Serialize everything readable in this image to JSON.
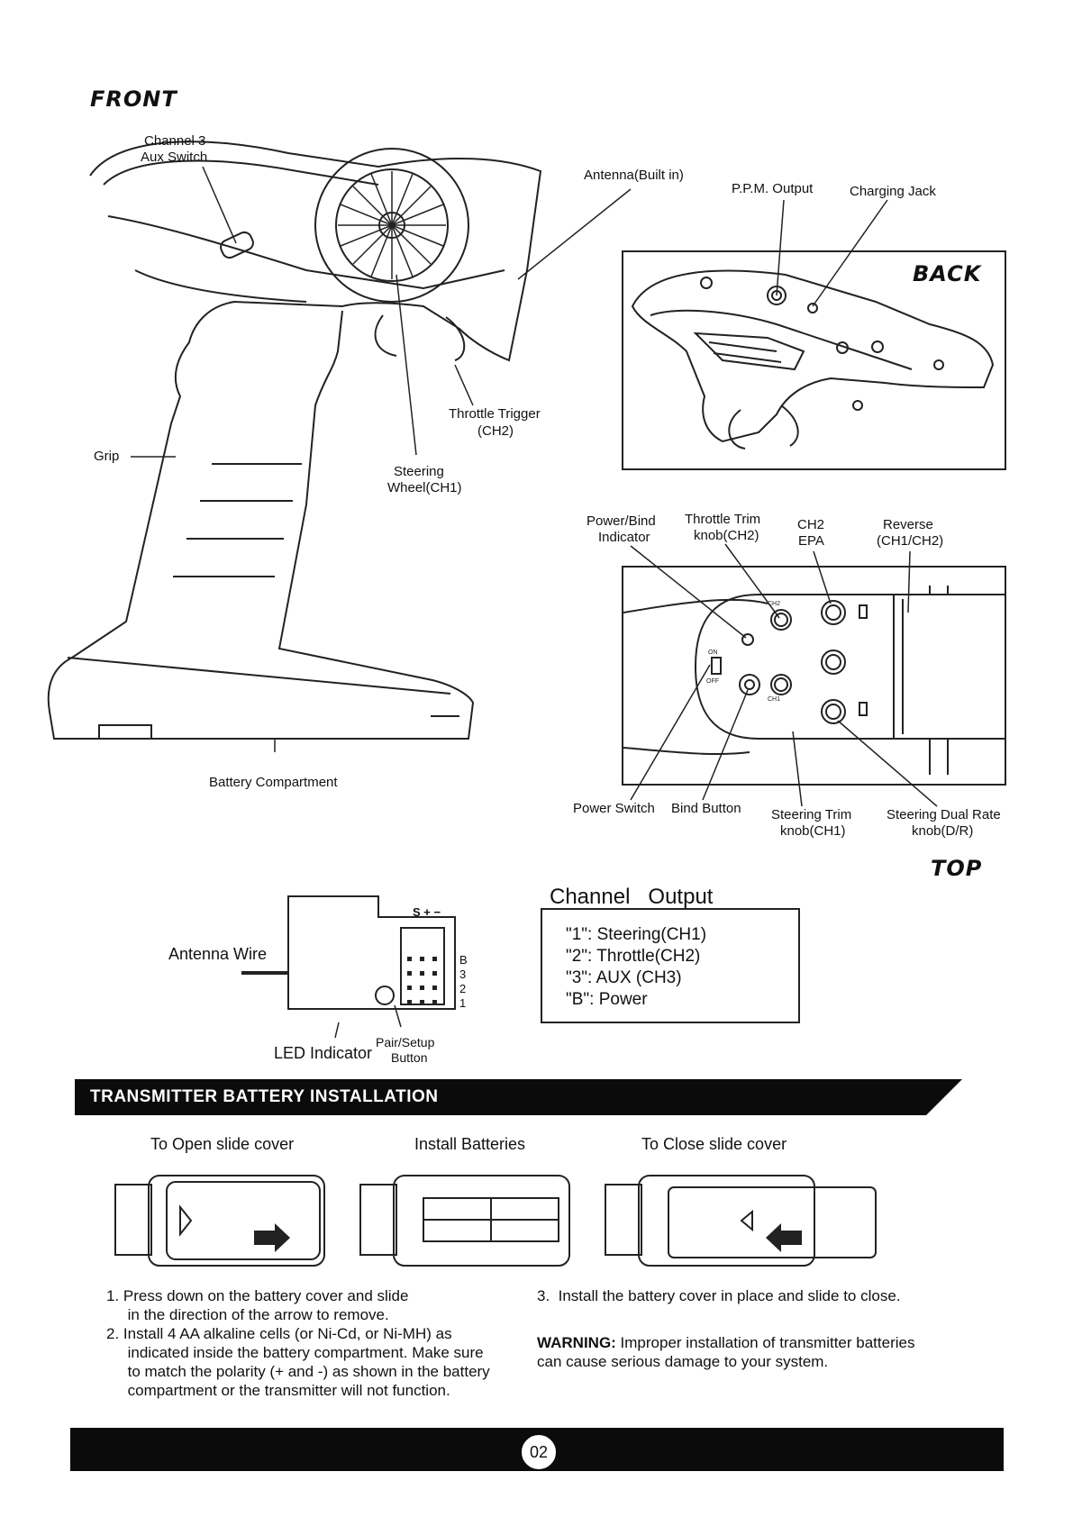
{
  "headings": {
    "front": "FRONT",
    "back": "BACK",
    "top": "TOP"
  },
  "front_labels": {
    "channel3": "Channel 3",
    "aux_switch": "Aux Switch",
    "antenna": "Antenna(Built in)",
    "throttle_trigger_1": "Throttle Trigger",
    "throttle_trigger_2": "(CH2)",
    "grip": "Grip",
    "steering_1": "Steering",
    "steering_2": "Wheel(CH1)",
    "battery_compartment": "Battery Compartment"
  },
  "back_labels": {
    "ppm": "P.P.M. Output",
    "charging": "Charging Jack"
  },
  "top_labels": {
    "power_bind_1": "Power/Bind",
    "power_bind_2": "Indicator",
    "throttle_trim_1": "Throttle Trim",
    "throttle_trim_2": "knob(CH2)",
    "ch2_epa_1": "CH2",
    "ch2_epa_2": "EPA",
    "reverse_1": "Reverse",
    "reverse_2": "(CH1/CH2)",
    "power_switch": "Power Switch",
    "bind_button": "Bind Button",
    "steering_trim_1": "Steering Trim",
    "steering_trim_2": "knob(CH1)",
    "steering_dr_1": "Steering Dual Rate",
    "steering_dr_2": "knob(D/R)",
    "panel_on": "ON",
    "panel_off": "OFF",
    "panel_ch1": "CH1",
    "panel_ch2": "CH2"
  },
  "receiver": {
    "antenna_wire": "Antenna Wire",
    "led_indicator": "LED Indicator",
    "pair_setup_1": "Pair/Setup",
    "pair_setup_2": "Button",
    "pin_header": "S + −",
    "pins": [
      "B",
      "3",
      "2",
      "1"
    ]
  },
  "channel_output": {
    "title": "Channel   Output",
    "lines": [
      "\"1\": Steering(CH1)",
      "\"2\": Throttle(CH2)",
      "\"3\": AUX (CH3)",
      "\"B\": Power"
    ]
  },
  "battery_section": {
    "title": "TRANSMITTER BATTERY INSTALLATION",
    "captions": [
      "To Open slide cover",
      "Install Batteries",
      "To Close slide cover"
    ],
    "steps_left": [
      "1.  Press down on the battery cover and slide",
      "     in the direction of the arrow to remove.",
      "2.  Install 4 AA alkaline cells (or Ni-Cd, or Ni-MH) as",
      "     indicated inside the battery compartment. Make sure",
      "     to match the polarity (+ and -) as shown in the battery",
      "     compartment or the transmitter will not function."
    ],
    "step3": "3.  Install the battery cover in place and slide to close.",
    "warning_label": "WARNING:",
    "warning_text": " Improper installation of transmitter batteries",
    "warning_text2": "can cause serious damage to your system."
  },
  "footer": {
    "page": "02"
  }
}
